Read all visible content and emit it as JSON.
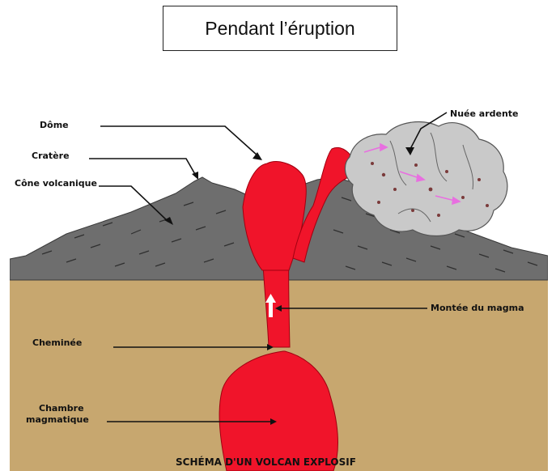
{
  "title": "Pendant l’éruption",
  "diagram": {
    "caption": "SCHÉMA D'UN VOLCAN EXPLOSIF",
    "labels": {
      "dome": "Dôme",
      "cratere": "Cratère",
      "cone": "Cône volcanique",
      "nuee": "Nuée ardente",
      "montee": "Montée du magma",
      "cheminee": "Cheminée",
      "chambre_line1": "Chambre",
      "chambre_line2": "magmatique"
    },
    "colors": {
      "sky": "#ffffff",
      "ground": "#c7a76f",
      "cone": "#6e6e6e",
      "magma": "#f0142a",
      "cloud": "#c9c9c9",
      "cloud_arrows": "#e86fe0"
    }
  }
}
